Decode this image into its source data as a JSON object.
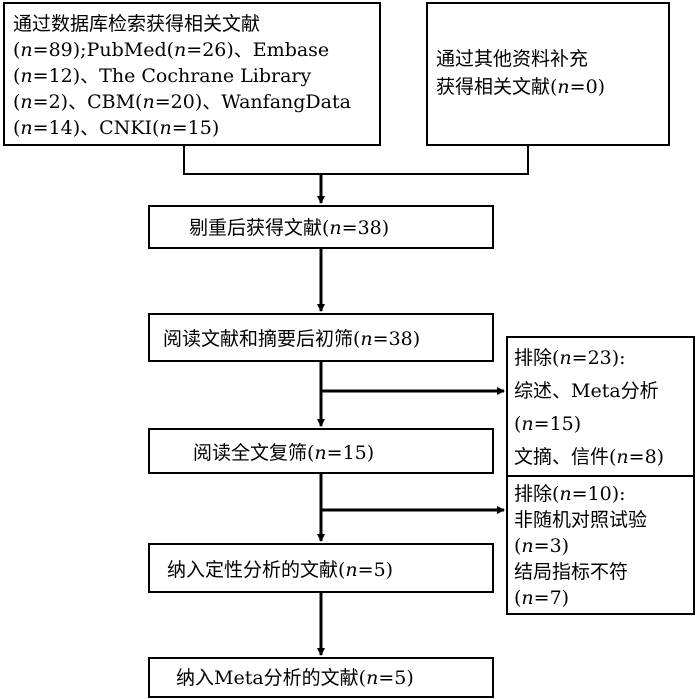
{
  "boxes": {
    "database": {
      "lines": [
        [
          {
            "t": "通过数据库检索获得相关文献"
          }
        ],
        [
          {
            "t": "("
          },
          {
            "t": "n",
            "i": true
          },
          {
            "t": "=89);PubMed("
          },
          {
            "t": "n",
            "i": true
          },
          {
            "t": "=26)、Embase"
          }
        ],
        [
          {
            "t": "("
          },
          {
            "t": "n",
            "i": true
          },
          {
            "t": "=12)、The Cochrane Library"
          }
        ],
        [
          {
            "t": "("
          },
          {
            "t": "n",
            "i": true
          },
          {
            "t": "=2)、CBM("
          },
          {
            "t": "n",
            "i": true
          },
          {
            "t": "=20)、WanfangData"
          }
        ],
        [
          {
            "t": "("
          },
          {
            "t": "n",
            "i": true
          },
          {
            "t": "=14)、CNKI("
          },
          {
            "t": "n",
            "i": true
          },
          {
            "t": "=15)"
          }
        ]
      ]
    },
    "other": {
      "lines": [
        [
          {
            "t": "通过其他资料补充"
          }
        ],
        [
          {
            "t": "获得相关文献("
          },
          {
            "t": "n",
            "i": true
          },
          {
            "t": "=0)"
          }
        ]
      ]
    },
    "dedup": {
      "lines": [
        [
          {
            "t": "剔重后获得文献("
          },
          {
            "t": "n",
            "i": true
          },
          {
            "t": "=38)"
          }
        ]
      ]
    },
    "screen": {
      "lines": [
        [
          {
            "t": "阅读文献和摘要后初筛("
          },
          {
            "t": "n",
            "i": true
          },
          {
            "t": "=38)"
          }
        ]
      ]
    },
    "exclude1": {
      "lines": [
        [
          {
            "t": "排除("
          },
          {
            "t": "n",
            "i": true
          },
          {
            "t": "=23):"
          }
        ],
        [
          {
            "t": "综述、Meta分析"
          }
        ],
        [
          {
            "t": "("
          },
          {
            "t": "n",
            "i": true
          },
          {
            "t": "=15)"
          }
        ],
        [
          {
            "t": "文摘、信件("
          },
          {
            "t": "n",
            "i": true
          },
          {
            "t": "=8)"
          }
        ]
      ]
    },
    "fulltext": {
      "lines": [
        [
          {
            "t": "阅读全文复筛("
          },
          {
            "t": "n",
            "i": true
          },
          {
            "t": "=15)"
          }
        ]
      ]
    },
    "exclude2": {
      "lines": [
        [
          {
            "t": "排除("
          },
          {
            "t": "n",
            "i": true
          },
          {
            "t": "=10):"
          }
        ],
        [
          {
            "t": "非随机对照试验"
          }
        ],
        [
          {
            "t": "("
          },
          {
            "t": "n",
            "i": true
          },
          {
            "t": "=3)"
          }
        ],
        [
          {
            "t": "结局指标不符"
          }
        ],
        [
          {
            "t": "("
          },
          {
            "t": "n",
            "i": true
          },
          {
            "t": "=7)"
          }
        ]
      ]
    },
    "qualitative": {
      "lines": [
        [
          {
            "t": "纳入定性分析的文献("
          },
          {
            "t": "n",
            "i": true
          },
          {
            "t": "=5)"
          }
        ]
      ]
    },
    "meta": {
      "lines": [
        [
          {
            "t": "纳入Meta分析的文献("
          },
          {
            "t": "n",
            "i": true
          },
          {
            "t": "=5)"
          }
        ]
      ]
    }
  },
  "colors": {
    "line": "#000000",
    "box_fill": "#ffffff"
  }
}
